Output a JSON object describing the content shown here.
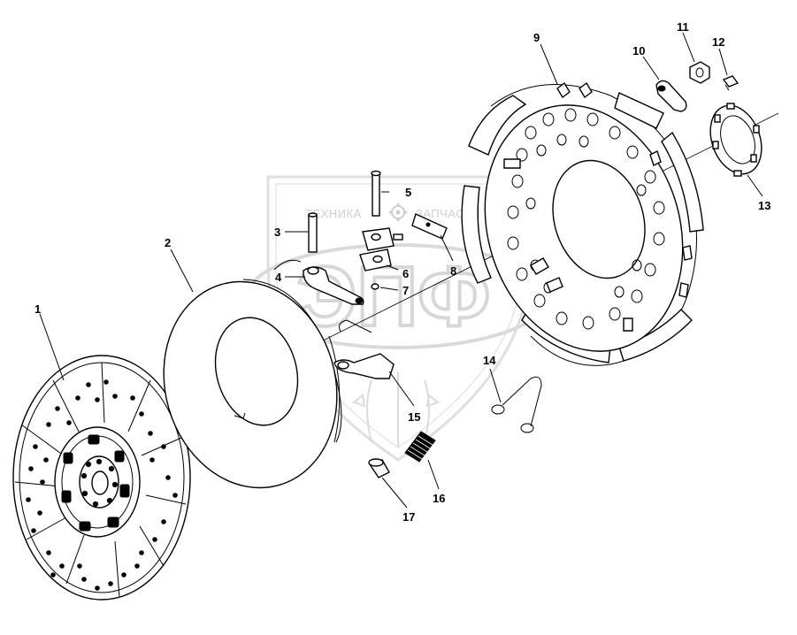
{
  "watermark": {
    "brand": "ЭПФ",
    "left_text": "ТЕХНИКА",
    "right_text": "ЗАПЧАСТИ",
    "gear_icon": "gear-icon"
  },
  "callouts": [
    {
      "id": "1",
      "label": "1"
    },
    {
      "id": "2",
      "label": "2"
    },
    {
      "id": "3",
      "label": "3"
    },
    {
      "id": "4",
      "label": "4"
    },
    {
      "id": "5",
      "label": "5"
    },
    {
      "id": "6",
      "label": "6"
    },
    {
      "id": "7",
      "label": "7"
    },
    {
      "id": "8",
      "label": "8"
    },
    {
      "id": "9",
      "label": "9"
    },
    {
      "id": "10",
      "label": "10"
    },
    {
      "id": "11",
      "label": "11"
    },
    {
      "id": "12",
      "label": "12"
    },
    {
      "id": "13",
      "label": "13"
    },
    {
      "id": "14",
      "label": "14"
    },
    {
      "id": "15",
      "label": "15"
    },
    {
      "id": "16",
      "label": "16"
    },
    {
      "id": "17",
      "label": "17"
    }
  ]
}
